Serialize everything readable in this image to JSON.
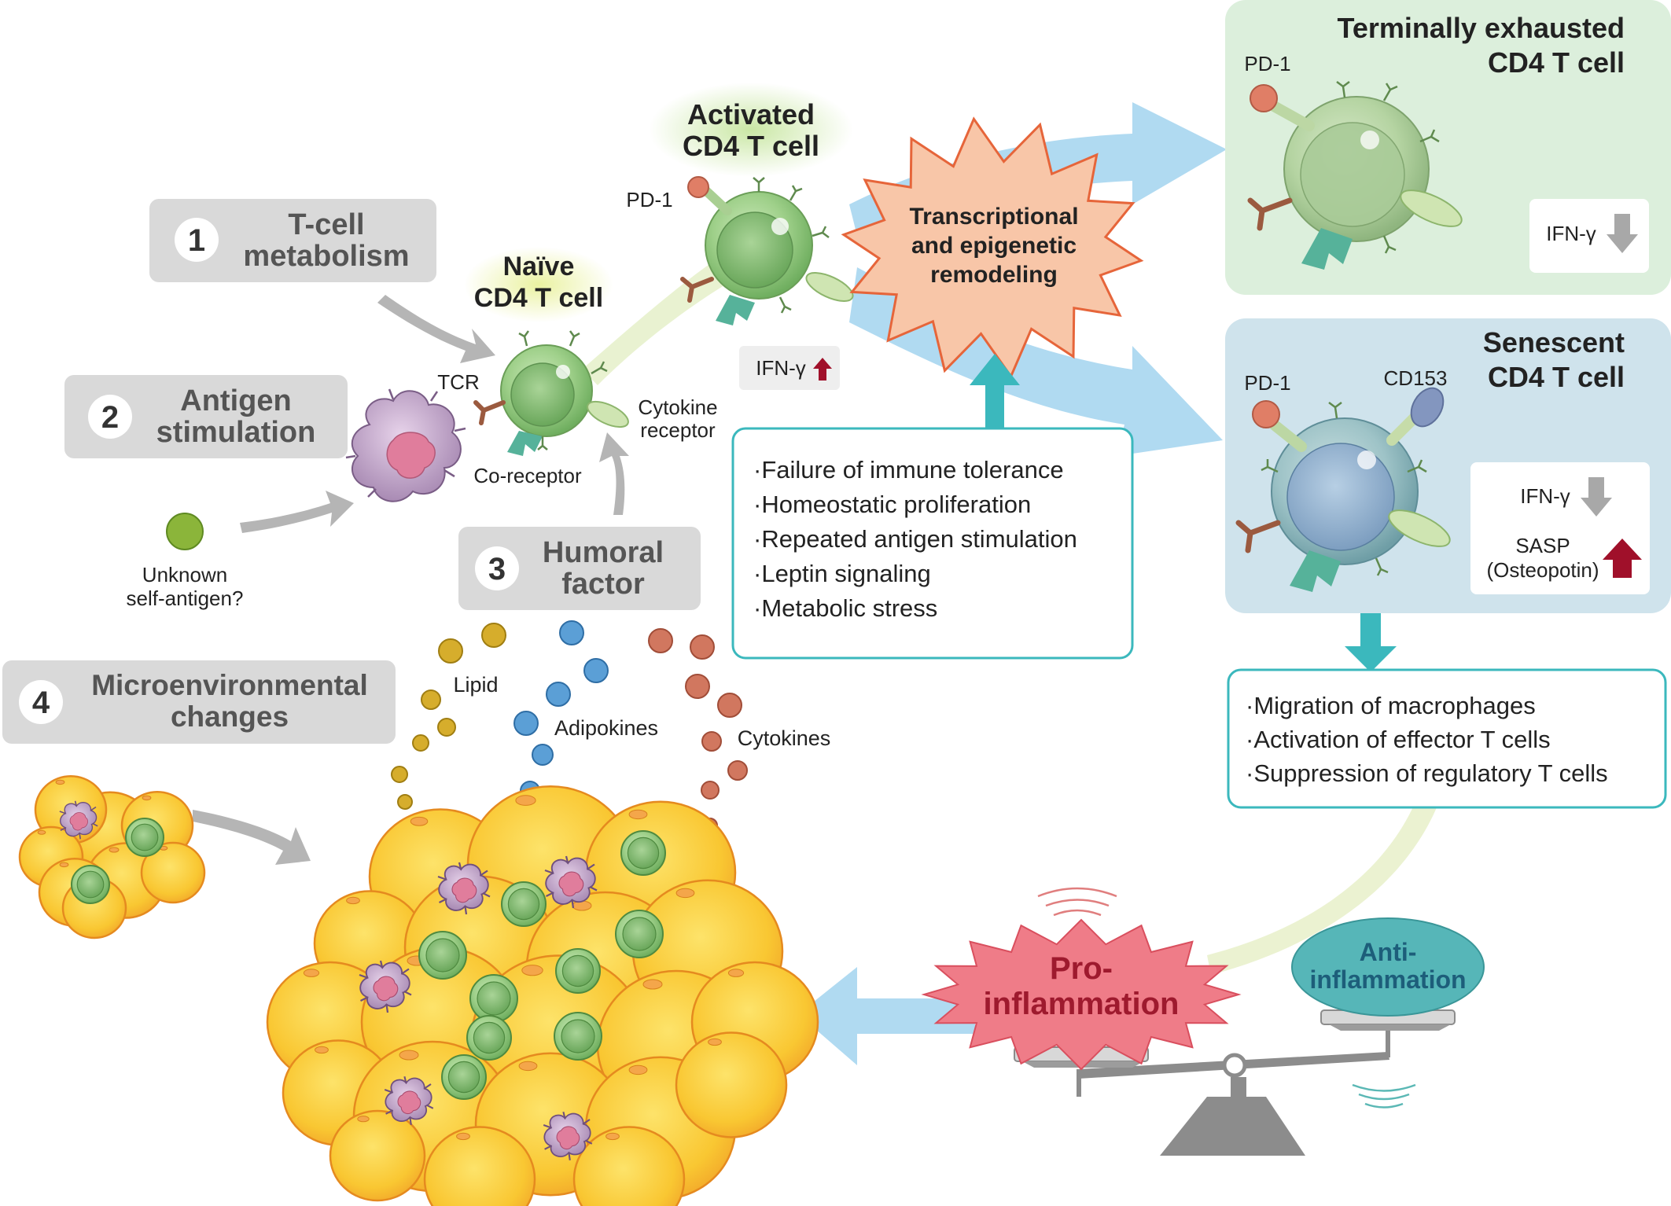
{
  "factors": [
    {
      "num": "1",
      "line1": "T-cell",
      "line2": "metabolism"
    },
    {
      "num": "2",
      "line1": "Antigen",
      "line2": "stimulation"
    },
    {
      "num": "3",
      "line1": "Humoral",
      "line2": "factor"
    },
    {
      "num": "4",
      "line1": "Microenvironmental",
      "line2": "changes"
    }
  ],
  "naive": {
    "title1": "Naïve",
    "title2": "CD4 T cell",
    "tcr": "TCR",
    "coreceptor": "Co-receptor",
    "cytokine_receptor1": "Cytokine",
    "cytokine_receptor2": "receptor"
  },
  "antigen": {
    "line1": "Unknown",
    "line2": "self-antigen?"
  },
  "activated": {
    "title1": "Activated",
    "title2": "CD4 T cell",
    "pd1": "PD-1",
    "ifn": "IFN-γ"
  },
  "remodeling": {
    "line1": "Transcriptional",
    "line2": "and epigenetic",
    "line3": "remodeling"
  },
  "drivers": [
    "·Failure of immune tolerance",
    "·Homeostatic proliferation",
    "·Repeated antigen stimulation",
    "·Leptin signaling",
    "·Metabolic stress"
  ],
  "exhausted": {
    "title1": "Terminally exhausted",
    "title2": "CD4 T cell",
    "pd1": "PD-1",
    "ifn": "IFN-γ"
  },
  "senescent": {
    "title1": "Senescent",
    "title2": "CD4 T cell",
    "pd1": "PD-1",
    "cd153": "CD153",
    "ifn": "IFN-γ",
    "sasp1": "SASP",
    "sasp2": "(Osteopotin)"
  },
  "effects": [
    "·Migration of macrophages",
    "·Activation of effector T cells",
    "·Suppression of regulatory T cells"
  ],
  "humoral_labels": {
    "lipid": "Lipid",
    "adipokines": "Adipokines",
    "cytokines": "Cytokines"
  },
  "balance": {
    "pro1": "Pro-",
    "pro2": "inflammation",
    "anti1": "Anti-",
    "anti2": "inflammation"
  },
  "colors": {
    "factor_box": "#d9d9d9",
    "teal": "#3bb8bd",
    "blue_arrow": "#9fd3ee",
    "exhausted_bg": "#dcefdc",
    "senescent_bg": "#cfe3ec",
    "remodel_star": "#f8c6a8",
    "pro_star": "#ef7c88",
    "anti_ellipse": "#56b6b8",
    "adipocyte": "#f9c732",
    "up_arrow": "#a0102a",
    "down_arrow": "#a8a8a8"
  }
}
